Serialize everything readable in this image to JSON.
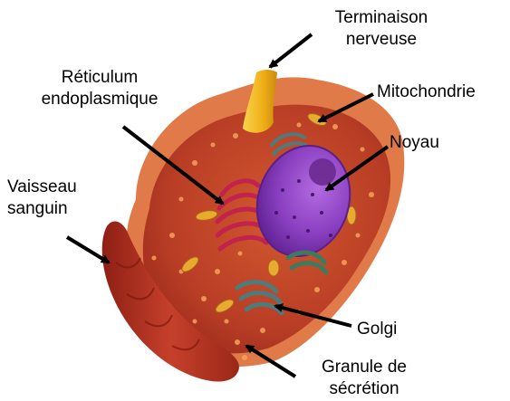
{
  "labels": {
    "terminaison": [
      "Terminaison",
      "nerveuse"
    ],
    "reticulum": [
      "Réticulum",
      "endoplasmique"
    ],
    "mitochondrie": "Mitochondrie",
    "noyau": "Noyau",
    "vaisseau": [
      "Vaisseau",
      "sanguin"
    ],
    "golgi": "Golgi",
    "granule": [
      "Granule de",
      "sécrétion"
    ]
  },
  "colors": {
    "cell_body": "#c1452a",
    "cell_surface": "#e0713f",
    "vessel": "#b4301f",
    "nucleus": "#8a3fc0",
    "reticulum": "#c2224e",
    "golgi": "#4f7b7a",
    "nerve_ending": "#f2b51e",
    "mitochondria": "#e5a62a",
    "arrow": "#000000"
  }
}
